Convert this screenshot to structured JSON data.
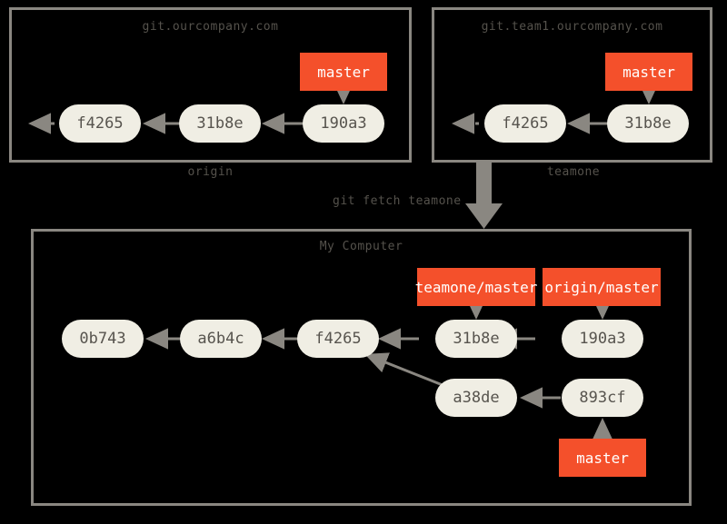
{
  "diagram": {
    "title": "git fetch teamone remote tracking diagram",
    "colors": {
      "branch_label_bg": "#f4502b",
      "branch_label_text": "#ffffff",
      "commit_fill": "#f0eee4",
      "commit_text": "#57544e",
      "panel_border": "#8a8781",
      "arrow": "#8a8781",
      "caption_text": "#55524c",
      "background": "#000000"
    }
  },
  "panels": {
    "origin": {
      "title": "git.ourcompany.com",
      "caption": "origin",
      "commits": [
        {
          "id": "f4265"
        },
        {
          "id": "31b8e"
        },
        {
          "id": "190a3"
        }
      ],
      "branches": [
        {
          "label": "master",
          "points_to": "190a3"
        }
      ]
    },
    "teamone": {
      "title": "git.team1.ourcompany.com",
      "caption": "teamone",
      "commits": [
        {
          "id": "f4265"
        },
        {
          "id": "31b8e"
        }
      ],
      "branches": [
        {
          "label": "master",
          "points_to": "31b8e"
        }
      ]
    },
    "local": {
      "title": "My Computer",
      "caption": "",
      "commits": [
        {
          "id": "0b743"
        },
        {
          "id": "a6b4c"
        },
        {
          "id": "f4265"
        },
        {
          "id": "31b8e"
        },
        {
          "id": "190a3"
        },
        {
          "id": "a38de"
        },
        {
          "id": "893cf"
        }
      ],
      "branches": [
        {
          "label": "teamone/master",
          "points_to": "31b8e"
        },
        {
          "label": "origin/master",
          "points_to": "190a3"
        },
        {
          "label": "master",
          "points_to": "893cf"
        }
      ]
    }
  },
  "operation": {
    "command": "git fetch teamone"
  }
}
